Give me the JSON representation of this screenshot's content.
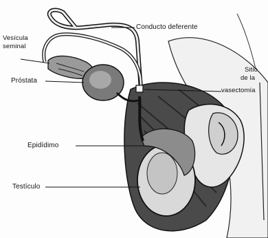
{
  "labels": {
    "conducto": "Conducto deferente",
    "vesicula_l1": "Vesícula",
    "vesicula_l2": "seminal",
    "prostata": "Próstata",
    "epididimo": "Epidídimo",
    "testiculo": "Testículo",
    "sitio_l1": "Sitio",
    "sitio_l2": "de la",
    "sitio_l3": "vasectomía"
  }
}
